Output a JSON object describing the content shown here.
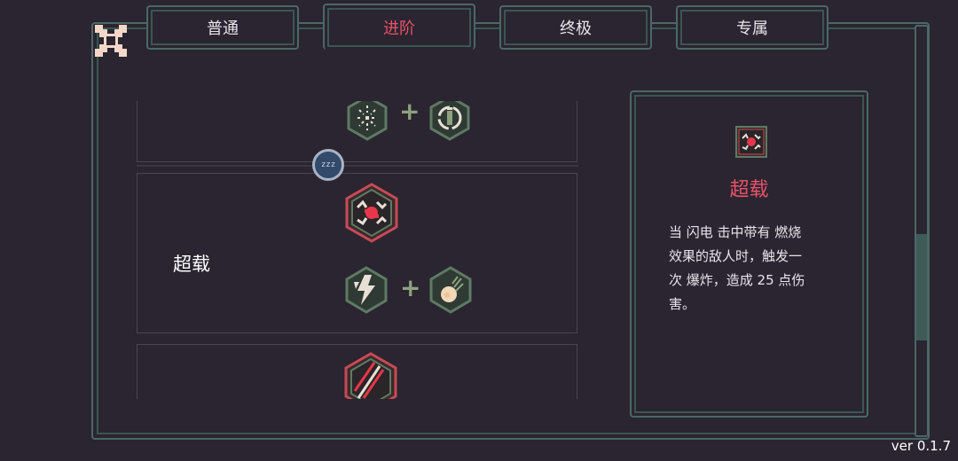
{
  "tabs": [
    {
      "label": "普通"
    },
    {
      "label": "进阶"
    },
    {
      "label": "终极"
    },
    {
      "label": "专属"
    }
  ],
  "active_tab": "进阶",
  "list": {
    "card2_title": "超载",
    "locked_node_label": "zzz"
  },
  "detail": {
    "title": "超载",
    "description": "当 闪电 击中带有 燃烧\n效果的敌人时，触发一\n次 爆炸，造成 25 点伤\n害。"
  },
  "version": "ver 0.1.7",
  "colors": {
    "background": "#2a2530",
    "border": "#4a6866",
    "accent_red": "#e8536a",
    "text": "#e8e4ea"
  }
}
